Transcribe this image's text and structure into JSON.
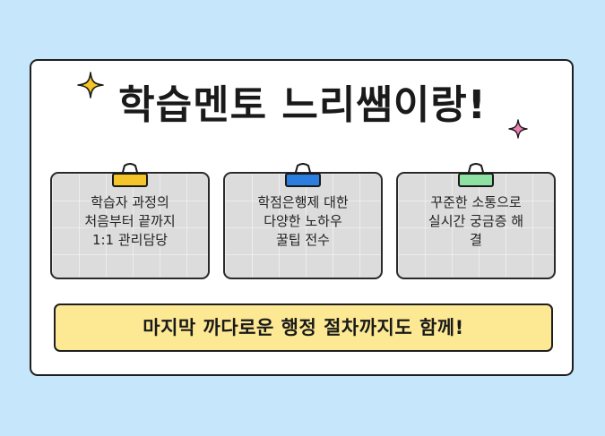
{
  "headline": "학습멘토 느리쌤이랑!",
  "notes": [
    {
      "text": "학습자 과정의\n처음부터 끝까지\n1:1 관리담당",
      "clip_color": "#f4c52b"
    },
    {
      "text": "학점은행제 대한\n다양한 노하우\n꿀팁 전수",
      "clip_color": "#2b7de0"
    },
    {
      "text": "꾸준한 소통으로\n실시간 궁금증 해\n결",
      "clip_color": "#8fe0a3"
    }
  ],
  "banner": "마지막 까다로운 행정 절차까지도 함께!",
  "colors": {
    "background": "#c6e6fb",
    "card": "#ffffff",
    "note": "#dcdcdc",
    "banner": "#fde993",
    "sparkle_gold": "#f5c623",
    "sparkle_pink": "#f07fb4"
  }
}
